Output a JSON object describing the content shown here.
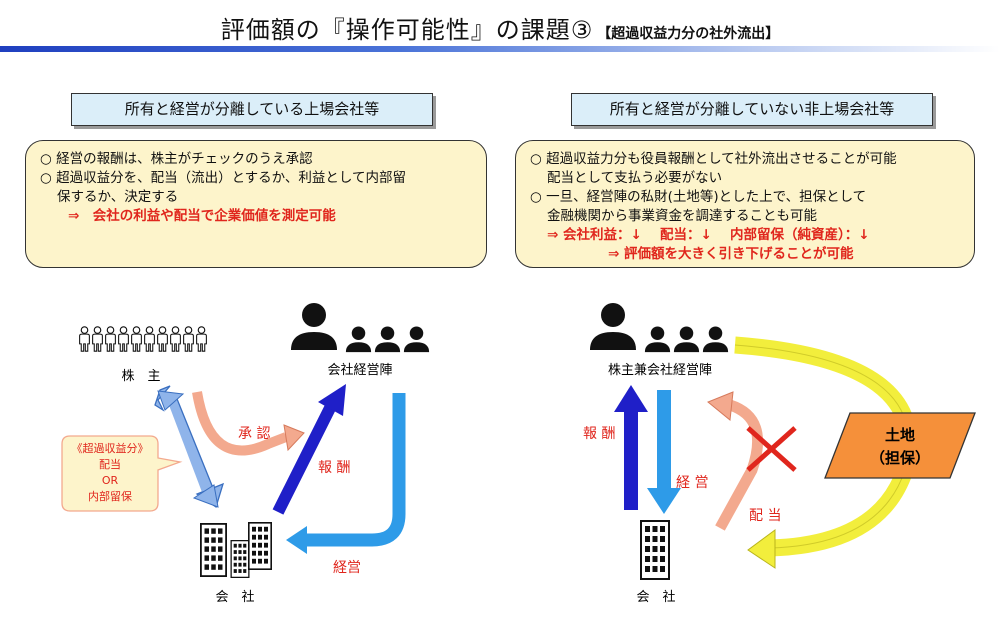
{
  "title": {
    "main": "評価額の『操作可能性』の課題③",
    "sub": "【超過収益力分の社外流出】"
  },
  "left": {
    "header": "所有と経営が分離している上場会社等",
    "notes": [
      "○ 経営の報酬は、株主がチェックのうえ承認",
      "○ 超過収益分を、配当（流出）とするか、利益として内部留",
      "保するか、決定する",
      "⇒　会社の利益や配当で企業価値を測定可能"
    ],
    "labels": {
      "shareholders": "株　主",
      "management": "会社経営陣",
      "company": "会　社",
      "approval": "承 認",
      "compensation": "報 酬",
      "management_flow": "経営"
    },
    "callout": [
      "《超過収益分》",
      "配当",
      "OR",
      "内部留保"
    ]
  },
  "right": {
    "header": "所有と経営が分離していない非上場会社等",
    "notes": [
      "○ 超過収益力分も役員報酬として社外流出させることが可能",
      "配当として支払う必要がない",
      "○ 一旦、経営陣の私財(土地等)とした上で、担保として",
      "金融機関から事業資金を調達することも可能",
      "⇒ 会社利益：↓　 配当：↓　 内部留保（純資産）：↓",
      "⇒ 評価額を大きく引き下げることが可能"
    ],
    "labels": {
      "owner_management": "株主兼会社経営陣",
      "company": "会　社",
      "compensation": "報 酬",
      "management_flow": "経 営",
      "dividend": "配 当",
      "land_line1": "土地",
      "land_line2": "（担保）"
    }
  },
  "colors": {
    "dark_blue_arrow": "#1f1fc8",
    "light_blue_arrow": "#2e9be8",
    "salmon_arrow": "#f3a98e",
    "red_text": "#e0261d",
    "land_fill": "#f5903a",
    "yellow_arrow": "#f2ee3c",
    "header_fill": "#dbeef9",
    "note_fill": "#fdf4cb"
  }
}
